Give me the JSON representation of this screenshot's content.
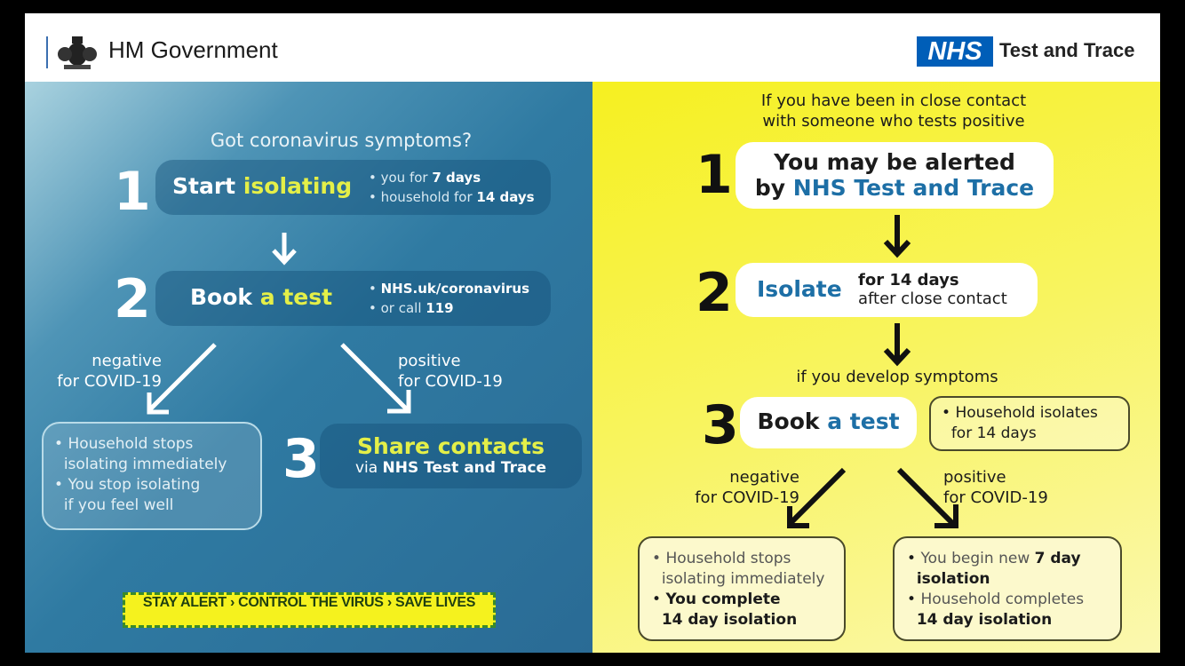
{
  "header": {
    "government": "HM Government",
    "nhs_logo": "NHS",
    "nhs_service": "Test and Trace"
  },
  "left": {
    "question": "Got coronavirus symptoms?",
    "step1": {
      "number": "1",
      "label_a": "Start ",
      "label_b": "isolating",
      "bullet1_a": "you for ",
      "bullet1_b": "7 days",
      "bullet2_a": "household for ",
      "bullet2_b": "14 days"
    },
    "step2": {
      "number": "2",
      "label_a": "Book ",
      "label_b": "a test",
      "bullet1": "NHS.uk/coronavirus",
      "bullet2_a": "or call ",
      "bullet2_b": "119"
    },
    "negative": {
      "line1": "negative",
      "line2": "for COVID-19"
    },
    "positive": {
      "line1": "positive",
      "line2": "for COVID-19"
    },
    "negative_box": {
      "bullet1_l1": "Household stops",
      "bullet1_l2": "isolating immediately",
      "bullet2_l1": "You stop isolating",
      "bullet2_l2": "if you feel well"
    },
    "step3": {
      "number": "3",
      "title": "Share contacts",
      "sub_a": "via ",
      "sub_b": "NHS Test and Trace"
    },
    "slogan": {
      "part1": "STAY ALERT",
      "part2": "CONTROL THE VIRUS",
      "part3": "SAVE LIVES"
    }
  },
  "right": {
    "intro_l1": "If you have been in close contact",
    "intro_l2": "with someone who tests positive",
    "step1": {
      "number": "1",
      "line1": "You may be alerted",
      "line2_a": "by ",
      "line2_b": "NHS Test and Trace"
    },
    "step2": {
      "number": "2",
      "label": "Isolate",
      "detail_l1": "for 14 days",
      "detail_l2": "after close contact"
    },
    "condition": "if you develop symptoms",
    "step3": {
      "number": "3",
      "label_a": "Book ",
      "label_b": "a test",
      "side_l1": "Household isolates",
      "side_l2": "for 14 days"
    },
    "negative": {
      "line1": "negative",
      "line2": "for COVID-19"
    },
    "positive": {
      "line1": "positive",
      "line2": "for COVID-19"
    },
    "negative_box": {
      "b1_l1": "Household stops",
      "b1_l2": "isolating immediately",
      "b2_l1": "You complete",
      "b2_l2": "14 day isolation"
    },
    "positive_box": {
      "b1_l1_a": "You begin new ",
      "b1_l1_b": "7 day",
      "b1_l2": "isolation",
      "b2_l1": "Household completes",
      "b2_l2": "14 day isolation"
    }
  }
}
